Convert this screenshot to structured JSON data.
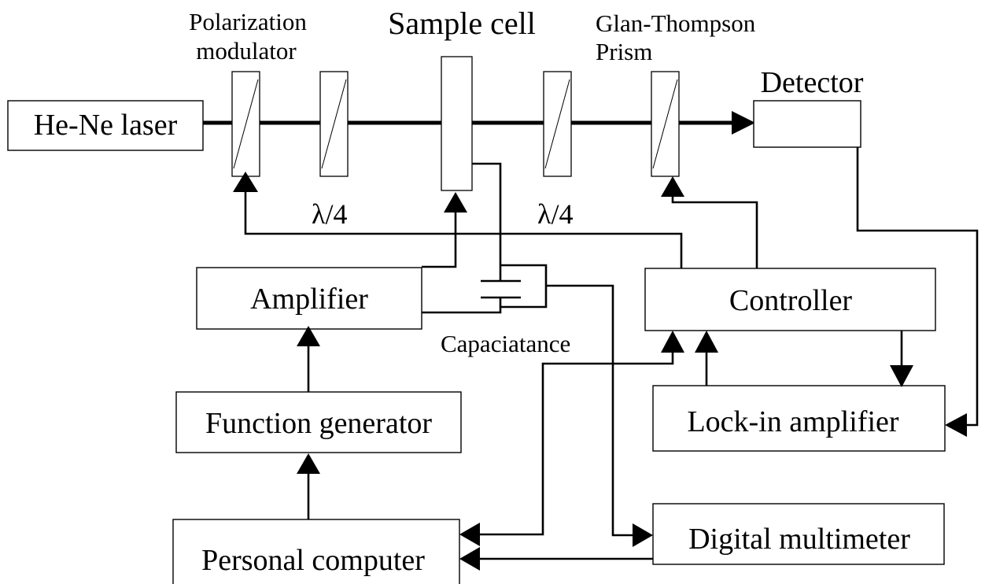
{
  "labels": {
    "laser": "He-Ne laser",
    "polarization_modulator_line1": "Polarization",
    "polarization_modulator_line2": "modulator",
    "sample_cell": "Sample cell",
    "glan_thompson_line1": "Glan-Thompson",
    "glan_thompson_line2": "Prism",
    "detector": "Detector",
    "quarter_wave_left": "λ/4",
    "quarter_wave_right": "λ/4",
    "amplifier": "Amplifier",
    "capacitance": "Capaciatance",
    "controller": "Controller",
    "function_generator": "Function generator",
    "lock_in_amplifier": "Lock-in amplifier",
    "personal_computer": "Personal computer",
    "digital_multimeter": "Digital multimeter"
  }
}
